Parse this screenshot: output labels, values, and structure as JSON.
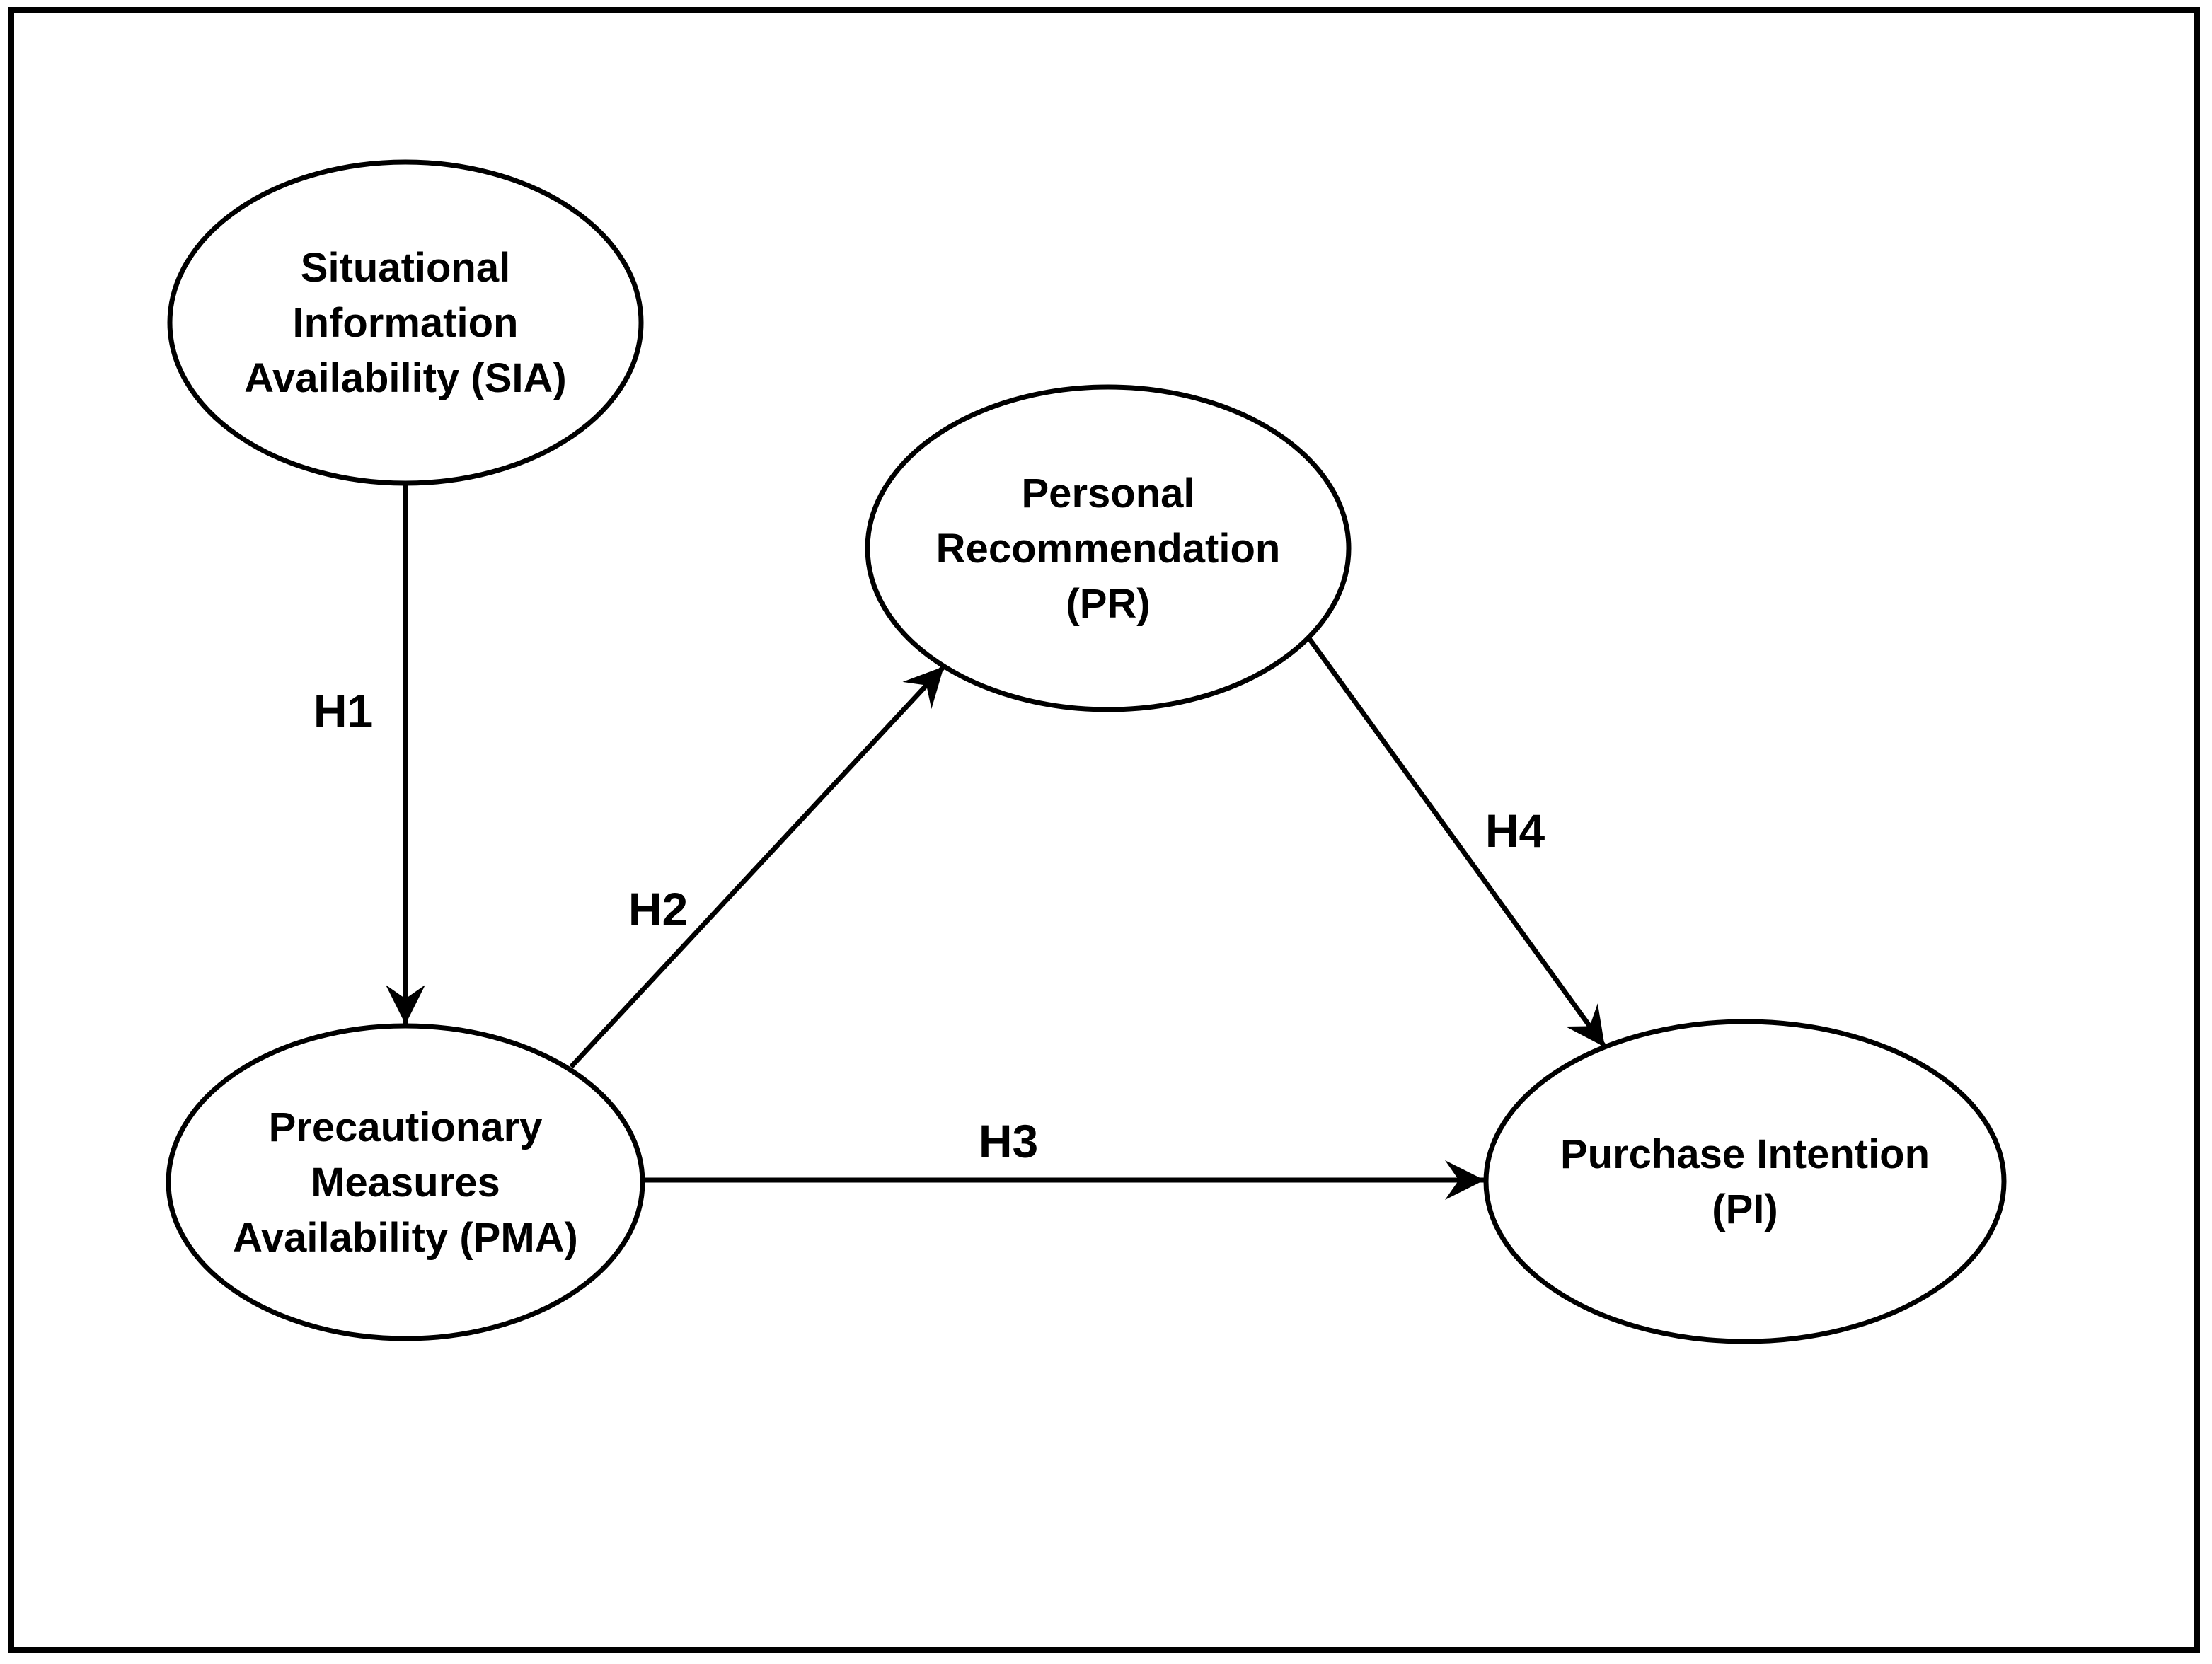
{
  "diagram": {
    "type": "hypothesis-path-model",
    "background_color": "#ffffff",
    "stroke_color": "#000000",
    "text_color": "#000000",
    "nodes": [
      {
        "id": "SIA",
        "label": "Situational Information Availability (SIA)",
        "lines": [
          "Situational",
          "Information",
          "Availability (SIA)"
        ],
        "shape": "ellipse"
      },
      {
        "id": "PR",
        "label": "Personal Recommendation (PR)",
        "lines": [
          "Personal",
          "Recommendation",
          "(PR)"
        ],
        "shape": "ellipse"
      },
      {
        "id": "PMA",
        "label": "Precautionary Measures Availability (PMA)",
        "lines": [
          "Precautionary",
          "Measures",
          "Availability (PMA)"
        ],
        "shape": "ellipse"
      },
      {
        "id": "PI",
        "label": "Purchase Intention (PI)",
        "lines": [
          "Purchase Intention",
          "(PI)"
        ],
        "shape": "ellipse"
      }
    ],
    "edges": [
      {
        "id": "H1",
        "label": "H1",
        "from": "SIA",
        "to": "PMA",
        "direction": "down"
      },
      {
        "id": "H2",
        "label": "H2",
        "from": "PMA",
        "to": "PR",
        "direction": "up-right"
      },
      {
        "id": "H3",
        "label": "H3",
        "from": "PMA",
        "to": "PI",
        "direction": "right"
      },
      {
        "id": "H4",
        "label": "H4",
        "from": "PR",
        "to": "PI",
        "direction": "down-right"
      }
    ]
  }
}
